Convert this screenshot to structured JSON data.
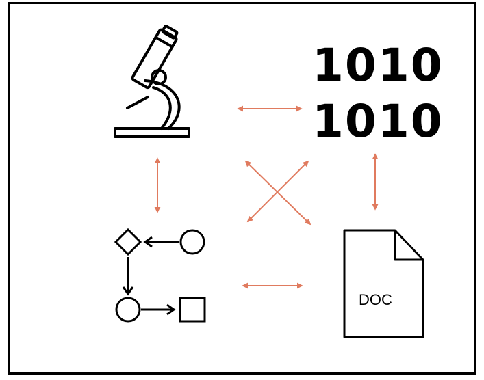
{
  "nodes": {
    "microscope": {
      "icon": "microscope-icon"
    },
    "binary": {
      "icon": "binary-data-icon",
      "lines": [
        "1010",
        "1010"
      ]
    },
    "workflow": {
      "icon": "workflow-icon"
    },
    "document": {
      "icon": "document-icon",
      "label": "DOC"
    }
  },
  "connectors": [
    {
      "from": "microscope",
      "to": "binary",
      "style": "bidirectional"
    },
    {
      "from": "microscope",
      "to": "workflow",
      "style": "bidirectional"
    },
    {
      "from": "binary",
      "to": "document",
      "style": "bidirectional"
    },
    {
      "from": "workflow",
      "to": "document",
      "style": "bidirectional"
    },
    {
      "from": "microscope",
      "to": "document",
      "style": "bidirectional"
    },
    {
      "from": "binary",
      "to": "workflow",
      "style": "bidirectional"
    }
  ],
  "colors": {
    "arrow": "#E07B5F",
    "stroke": "#000000",
    "background": "#FFFFFF"
  }
}
